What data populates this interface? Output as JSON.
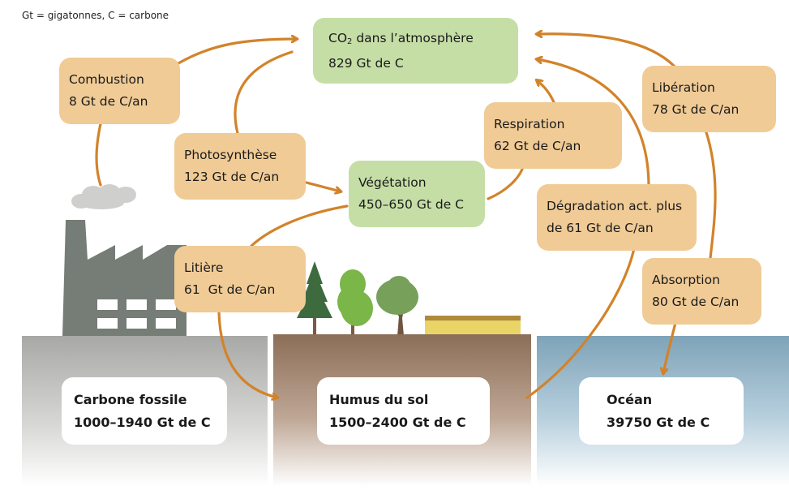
{
  "legend": "Gt = gigatonnes, C = carbone",
  "atmosphere": {
    "title_prefix": "CO",
    "title_sub": "2",
    "title_suffix": " dans l’atmosphère",
    "value": "829 Gt de C"
  },
  "vegetation": {
    "title": "Végétation",
    "value": "450–650 Gt de C"
  },
  "fluxes": {
    "combustion": {
      "title": "Combustion",
      "value": "8 Gt de C/an"
    },
    "photosynthese": {
      "title": "Photosynthèse",
      "value": "123 Gt de C/an"
    },
    "litiere": {
      "title": "Litière",
      "value": "61  Gt de C/an"
    },
    "respiration": {
      "title": "Respiration",
      "value": "62 Gt de C/an"
    },
    "degradation": {
      "title": "Dégradation act. plus",
      "value": "de 61 Gt de C/an"
    },
    "liberation": {
      "title": "Libération",
      "value": "78 Gt de C/an"
    },
    "absorption": {
      "title": "Absorption",
      "value": "80 Gt de C/an"
    }
  },
  "reservoirs": {
    "fossile": {
      "title": "Carbone fossile",
      "value": "1000–1940 Gt de C"
    },
    "humus": {
      "title": "Humus du sol",
      "value": "1500–2400 Gt de C"
    },
    "ocean": {
      "title": "Océan",
      "value": "39750 Gt de C"
    }
  },
  "colors": {
    "arrow": "#d2832a",
    "flux_box": "#f0cb96",
    "stock_box": "#c5dea6",
    "fossil_ground": "#a9a9a7",
    "soil_ground": "#8d7059",
    "ocean": "#7ea3b8"
  }
}
